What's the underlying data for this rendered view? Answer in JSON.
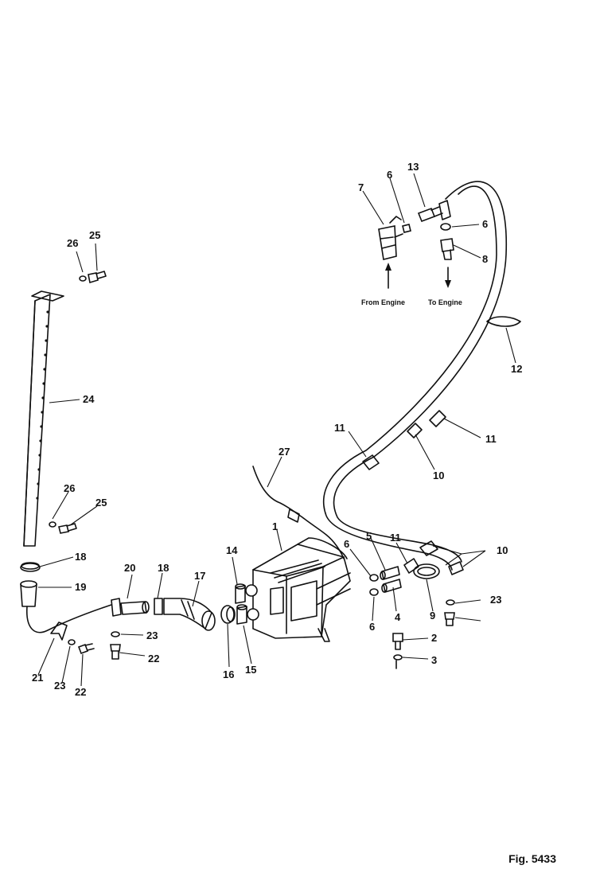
{
  "figure_label": "Fig. 5433",
  "flow_labels": {
    "from_engine": "From Engine",
    "to_engine": "To Engine"
  },
  "callouts": {
    "c1": "1",
    "c2": "2",
    "c3": "3",
    "c4": "4",
    "c5": "5",
    "c6a": "6",
    "c6b": "6",
    "c6c": "6",
    "c6d": "6",
    "c7": "7",
    "c8": "8",
    "c9": "9",
    "c10a": "10",
    "c10b": "10",
    "c11a": "11",
    "c11b": "11",
    "c11c": "11",
    "c12": "12",
    "c13": "13",
    "c14": "14",
    "c15": "15",
    "c16": "16",
    "c17": "17",
    "c18a": "18",
    "c18b": "18",
    "c19": "19",
    "c20": "20",
    "c21": "21",
    "c22a": "22",
    "c22b": "22",
    "c23a": "23",
    "c23b": "23",
    "c23c": "23",
    "c24": "24",
    "c25a": "25",
    "c25b": "25",
    "c26a": "26",
    "c26b": "26",
    "c27": "27"
  }
}
